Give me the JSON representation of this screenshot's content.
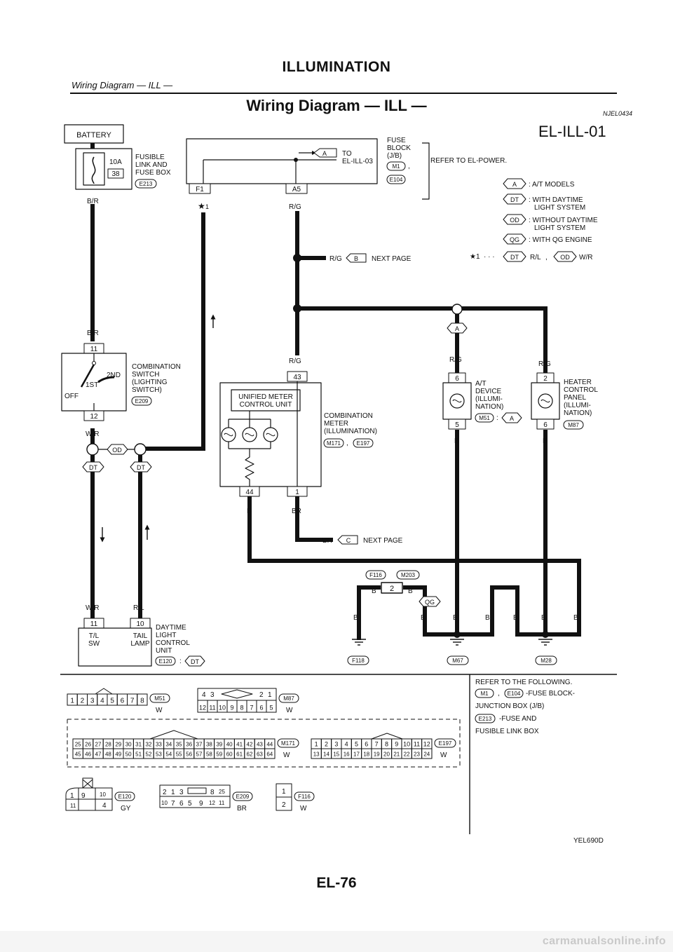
{
  "header": {
    "section": "ILLUMINATION",
    "subtitle": "Wiring Diagram — ILL —"
  },
  "diagram": {
    "title": "Wiring Diagram — ILL —",
    "code": "NJEL0434",
    "page_id": "EL-ILL-01",
    "image_ref": "YEL690D",
    "refer_power": "REFER TO EL-POWER.",
    "battery": "BATTERY",
    "fuse_amp": "10A",
    "fuse_num": "38",
    "fusible_link": [
      "FUSIBLE",
      "LINK AND",
      "FUSE BOX"
    ],
    "fuse_block": [
      "FUSE",
      "BLOCK",
      "(J/B)"
    ],
    "to_label": [
      "TO",
      "EL-ILL-03"
    ],
    "combo_switch": [
      "COMBINATION",
      "SWITCH",
      "(LIGHTING",
      "SWITCH)"
    ],
    "switch_pos": {
      "off": "OFF",
      "first": "1ST",
      "second": "2ND"
    },
    "meter_box": [
      "UNIFIED METER",
      "CONTROL UNIT"
    ],
    "combo_meter": [
      "COMBINATION",
      "METER",
      "(ILLUMINATION)"
    ],
    "at_device": [
      "A/T",
      "DEVICE",
      "(ILLUMI-",
      "NATION)"
    ],
    "heater_panel": [
      "HEATER",
      "CONTROL",
      "PANEL",
      "(ILLUMI-",
      "NATION)"
    ],
    "daytime_unit": [
      "DAYTIME",
      "LIGHT",
      "CONTROL",
      "UNIT"
    ],
    "tl_sw": [
      "T/L",
      "SW"
    ],
    "tail_lamp": [
      "TAIL",
      "LAMP"
    ],
    "next_page": "NEXT PAGE",
    "legend": [
      {
        "code": "A",
        "text": ": A/T MODELS"
      },
      {
        "code": "DT",
        "text": ": WITH DAYTIME",
        "text2": "LIGHT SYSTEM"
      },
      {
        "code": "OD",
        "text": ": WITHOUT DAYTIME",
        "text2": "LIGHT SYSTEM"
      },
      {
        "code": "QG",
        "text": ": WITH QG ENGINE"
      }
    ],
    "star_note": {
      "mark": "★1",
      "dots": "· · ·",
      "dt_wire": "R/L",
      "od_wire": "W/R"
    },
    "wires": {
      "br": "B/R",
      "rg": "R/G",
      "wr": "W/R",
      "rl": "R/L",
      "b": "B",
      "brn": "BR"
    },
    "connectors": {
      "e213": "E213",
      "m1": "M1",
      "e104": "E104",
      "e209": "E209",
      "m171": "M171",
      "e197": "E197",
      "m51": "M51",
      "m87": "M87",
      "e120": "E120",
      "f116": "F116",
      "m203": "M203",
      "f118": "F118",
      "m67": "M67",
      "m28": "M28"
    },
    "terminals": {
      "f1": "F1",
      "a5": "A5",
      "t11": "11",
      "t12": "12",
      "t43": "43",
      "t44": "44",
      "t1": "1",
      "t6": "6",
      "t5": "5",
      "t2": "2",
      "t10": "10"
    },
    "refer_following": [
      "REFER TO THE FOLLOWING.",
      "-FUSE BLOCK-",
      "JUNCTION BOX (J/B)",
      "-FUSE AND",
      "FUSIBLE LINK BOX"
    ],
    "conn_views": {
      "m51_top": [
        "1",
        "2",
        "3",
        "4",
        "5",
        "6",
        "7",
        "8"
      ],
      "m51_color": "W",
      "m87_top": [
        "4",
        "3",
        "",
        "2",
        "1"
      ],
      "m87_bot": [
        "12",
        "11",
        "10",
        "9",
        "8",
        "7",
        "6",
        "5"
      ],
      "m87_color": "W",
      "m171_top": [
        "25",
        "26",
        "27",
        "28",
        "29",
        "30",
        "31",
        "32",
        "33",
        "34",
        "35",
        "36",
        "37",
        "38",
        "39",
        "40",
        "41",
        "42",
        "43",
        "44"
      ],
      "m171_bot": [
        "45",
        "46",
        "47",
        "48",
        "49",
        "50",
        "51",
        "52",
        "53",
        "54",
        "55",
        "56",
        "57",
        "58",
        "59",
        "60",
        "61",
        "62",
        "63",
        "64"
      ],
      "m171_color": "W",
      "e197_top": [
        "1",
        "2",
        "3",
        "4",
        "5",
        "6",
        "7",
        "8",
        "9",
        "10",
        "11",
        "12"
      ],
      "e197_bot": [
        "13",
        "14",
        "15",
        "16",
        "17",
        "18",
        "19",
        "20",
        "21",
        "22",
        "23",
        "24"
      ],
      "e197_color": "W",
      "e120_color": "GY",
      "e209_color": "BR",
      "f116_color": "W",
      "e120_t": [
        "1",
        "9",
        "10",
        "11",
        "4"
      ],
      "e209_top": [
        "2",
        "1",
        "3",
        "",
        "8",
        "25"
      ],
      "e209_bot": [
        "10",
        "7",
        "6",
        "5",
        "9",
        "12",
        "11"
      ],
      "f116_t": [
        "1",
        "2"
      ]
    }
  },
  "footer": {
    "page": "EL-76"
  },
  "watermark": "carmanualsonline.info"
}
